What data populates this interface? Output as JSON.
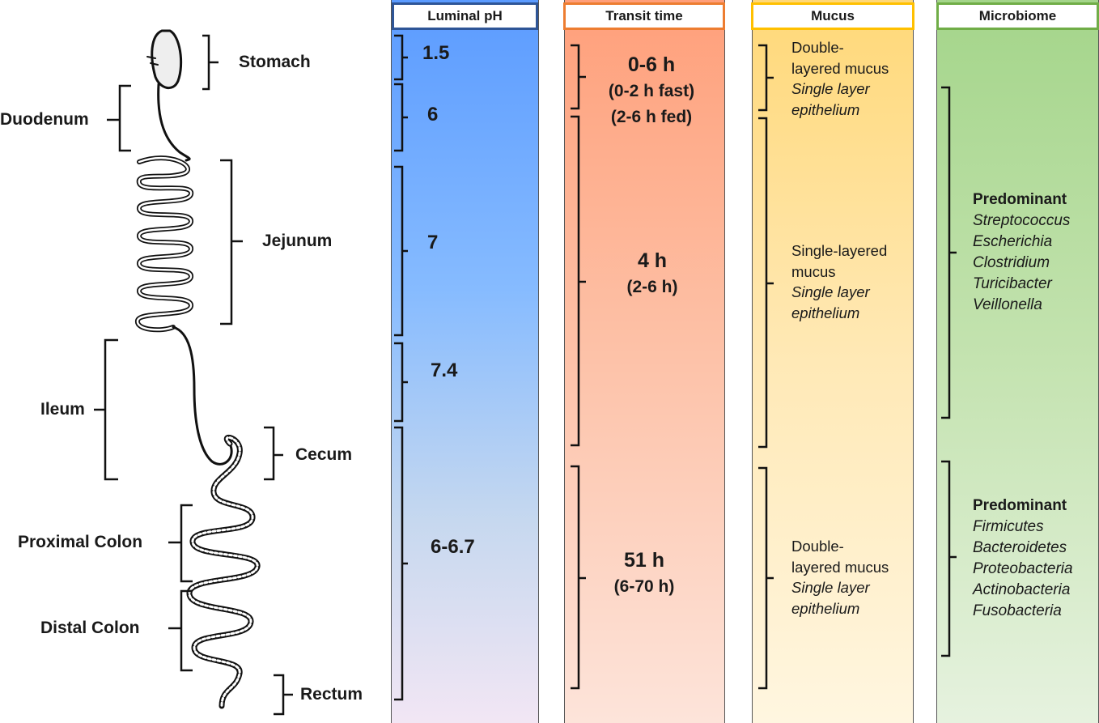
{
  "headers": {
    "ph": "Luminal pH",
    "transit": "Transit time",
    "mucus": "Mucus",
    "microbiome": "Microbiome"
  },
  "colors": {
    "ph_border": "#2e5597",
    "transit_border": "#ed7d31",
    "mucus_border": "#ffc000",
    "microbiome_border": "#70ad47"
  },
  "organs": {
    "stomach": "Stomach",
    "duodenum": "Duodenum",
    "jejunum": "Jejunum",
    "ileum": "Ileum",
    "cecum": "Cecum",
    "proximal_colon": "Proximal Colon",
    "distal_colon": "Distal Colon",
    "rectum": "Rectum"
  },
  "ph_values": [
    "1.5",
    "6",
    "7",
    "7.4",
    "6-6.7"
  ],
  "transit": [
    {
      "main": "0-6 h",
      "sub1": "(0-2 h fast)",
      "sub2": "(2-6 h fed)"
    },
    {
      "main": "4 h",
      "sub1": "(2-6 h)"
    },
    {
      "main": "51 h",
      "sub1": "(6-70 h)"
    }
  ],
  "mucus": [
    {
      "line1": "Double-",
      "line2": "layered mucus",
      "italic1": "Single layer",
      "italic2": "epithelium"
    },
    {
      "line1": "Single-layered",
      "line2": "mucus",
      "italic1": "Single layer",
      "italic2": "epithelium"
    },
    {
      "line1": "Double-",
      "line2": "layered mucus",
      "italic1": "Single layer",
      "italic2": "epithelium"
    }
  ],
  "microbiome": [
    {
      "title": "Predominant",
      "taxa": [
        "Streptococcus",
        "Escherichia",
        "Clostridium",
        "Turicibacter",
        "Veillonella"
      ]
    },
    {
      "title": "Predominant",
      "taxa": [
        "Firmicutes",
        "Bacteroidetes",
        "Proteobacteria",
        "Actinobacteria",
        "Fusobacteria"
      ]
    }
  ]
}
